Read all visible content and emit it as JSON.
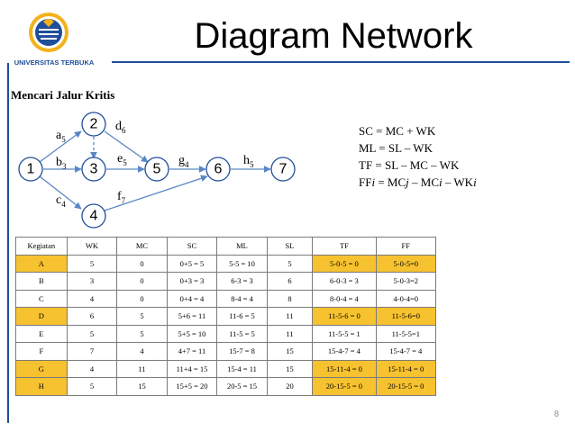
{
  "header": {
    "logo_text": "UNIVERSITAS TERBUKA",
    "title": "Diagram Network"
  },
  "subtitle": "Mencari Jalur Kritis",
  "network": {
    "nodes": [
      "1",
      "2",
      "3",
      "4",
      "5",
      "6",
      "7"
    ],
    "edges": [
      {
        "from": "1",
        "to": "2",
        "activity": "a",
        "duration": "5"
      },
      {
        "from": "1",
        "to": "3",
        "activity": "b",
        "duration": "3"
      },
      {
        "from": "1",
        "to": "4",
        "activity": "c",
        "duration": "4"
      },
      {
        "from": "2",
        "to": "5",
        "activity": "d",
        "duration": "6"
      },
      {
        "from": "3",
        "to": "5",
        "activity": "e",
        "duration": "5"
      },
      {
        "from": "4",
        "to": "6",
        "activity": "f",
        "duration": "7"
      },
      {
        "from": "5",
        "to": "6",
        "activity": "g",
        "duration": "4"
      },
      {
        "from": "6",
        "to": "7",
        "activity": "h",
        "duration": "5"
      },
      {
        "from": "2",
        "to": "3",
        "activity": "",
        "duration": "",
        "dummy": true
      }
    ]
  },
  "formulas": {
    "sc": "SC = MC + WK",
    "ml": "ML = SL – WK",
    "tf": "TF = SL – MC – WK",
    "ff_prefix": "FF",
    "ff_i": "i",
    "ff_mid": " = MC",
    "ff_j": "j",
    "ff_mid2": " – MC",
    "ff_i2": "i",
    "ff_mid3": " – WK",
    "ff_i3": "i"
  },
  "table": {
    "headers": [
      "Kegiatan",
      "WK",
      "MC",
      "SC",
      "ML",
      "SL",
      "TF",
      "FF"
    ],
    "rows": [
      {
        "critical": true,
        "cells": [
          "A",
          "5",
          "0",
          "0+5 = 5",
          "5-5 = 10",
          "5",
          "5-0-5 = 0",
          "5-0-5=0"
        ]
      },
      {
        "critical": false,
        "cells": [
          "B",
          "3",
          "0",
          "0+3 = 3",
          "6-3 = 3",
          "6",
          "6-0-3 = 3",
          "5-0-3=2"
        ]
      },
      {
        "critical": false,
        "cells": [
          "C",
          "4",
          "0",
          "0+4 = 4",
          "8-4 = 4",
          "8",
          "8-0-4 = 4",
          "4-0-4=0"
        ]
      },
      {
        "critical": true,
        "cells": [
          "D",
          "6",
          "5",
          "5+6 = 11",
          "11-6 = 5",
          "11",
          "11-5-6 = 0",
          "11-5-6=0"
        ]
      },
      {
        "critical": false,
        "cells": [
          "E",
          "5",
          "5",
          "5+5 = 10",
          "11-5 = 5",
          "11",
          "11-5-5 = 1",
          "11-5-5=1"
        ]
      },
      {
        "critical": false,
        "cells": [
          "F",
          "7",
          "4",
          "4+7 = 11",
          "15-7 = 8",
          "15",
          "15-4-7 = 4",
          "15-4-7 = 4"
        ]
      },
      {
        "critical": true,
        "cells": [
          "G",
          "4",
          "11",
          "11+4 = 15",
          "15-4 = 11",
          "15",
          "15-11-4 = 0",
          "15-11-4 = 0"
        ]
      },
      {
        "critical": true,
        "cells": [
          "H",
          "5",
          "15",
          "15+5 = 20",
          "20-5 = 15",
          "20",
          "20-15-5 = 0",
          "20-15-5 = 0"
        ]
      }
    ]
  },
  "colors": {
    "highlight": "#f7c22f",
    "accent_blue": "#1f4e9a",
    "arrow_blue": "#5a87c6"
  },
  "page_number": "8"
}
